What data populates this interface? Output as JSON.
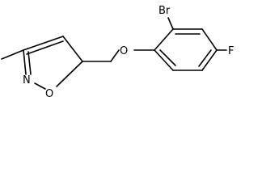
{
  "molecule": {
    "atoms": {
      "bromine": "Br",
      "fluorine": "F",
      "ether_oxygen": "O",
      "ring_oxygen": "O",
      "ring_nitrogen": "N"
    }
  },
  "colors": {
    "bond": "#000000",
    "label": "#000000",
    "background": "#ffffff"
  }
}
